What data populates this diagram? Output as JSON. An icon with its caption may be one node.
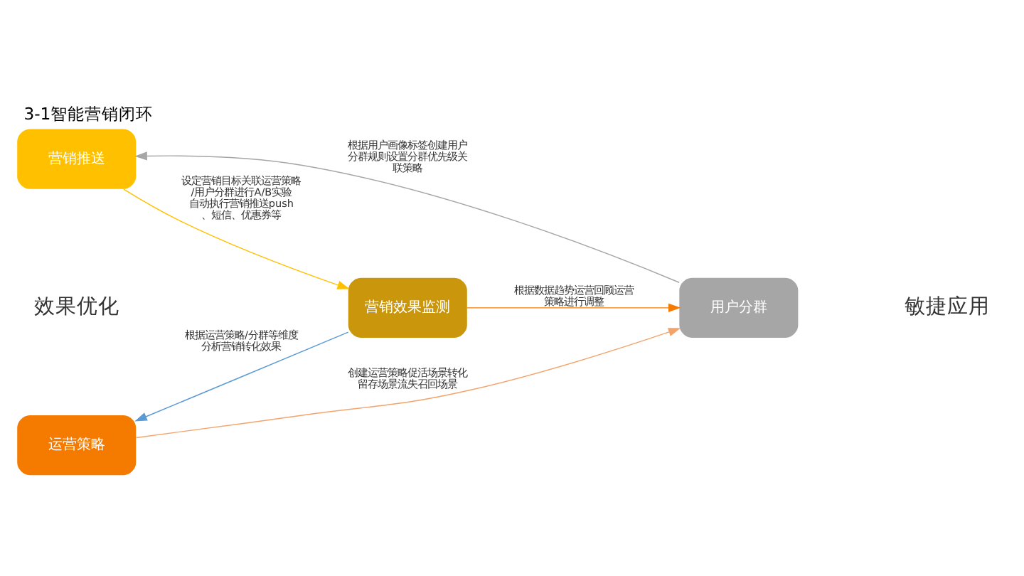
{
  "diagram": {
    "title": "3-1智能营销闭环",
    "nodes": [
      {
        "text": [
          "运营策略"
        ]
      },
      {
        "text": [
          "用户分群"
        ]
      },
      {
        "text": [
          "营销推送"
        ]
      },
      {
        "text": [
          "营销效果监测"
        ]
      }
    ],
    "edges": [
      {
        "from": 0,
        "to": 1,
        "arrow": "to",
        "color": "#f4a36b",
        "label": "创建运营策略促活场景转化留存场景流失召回场景"
      },
      {
        "from": 1,
        "to": 2,
        "arrow": "to",
        "color": "#a6a6a6",
        "label": "根据用户画像标签创建用户分群规则设置分群优先级关联策略"
      },
      {
        "from": 2,
        "to": 3,
        "arrow": "to",
        "color": "#ffc000",
        "label": "设定营销目标关联运营策略/用户分群进行A/B实验自动执行营销推送push、短信、优惠券等"
      },
      {
        "from": 3,
        "to": 0,
        "arrow": "to",
        "color": "#5b9bd5",
        "label": "根据运营策略/分群等维度分析营销转化效果"
      },
      {
        "from": 3,
        "to": 1,
        "arrow": "to",
        "color": "#f47b00",
        "label": "根据数据趋势运营回顾运营策略进行调整"
      }
    ],
    "labels": [
      "效果优化",
      "敏捷应用"
    ]
  }
}
